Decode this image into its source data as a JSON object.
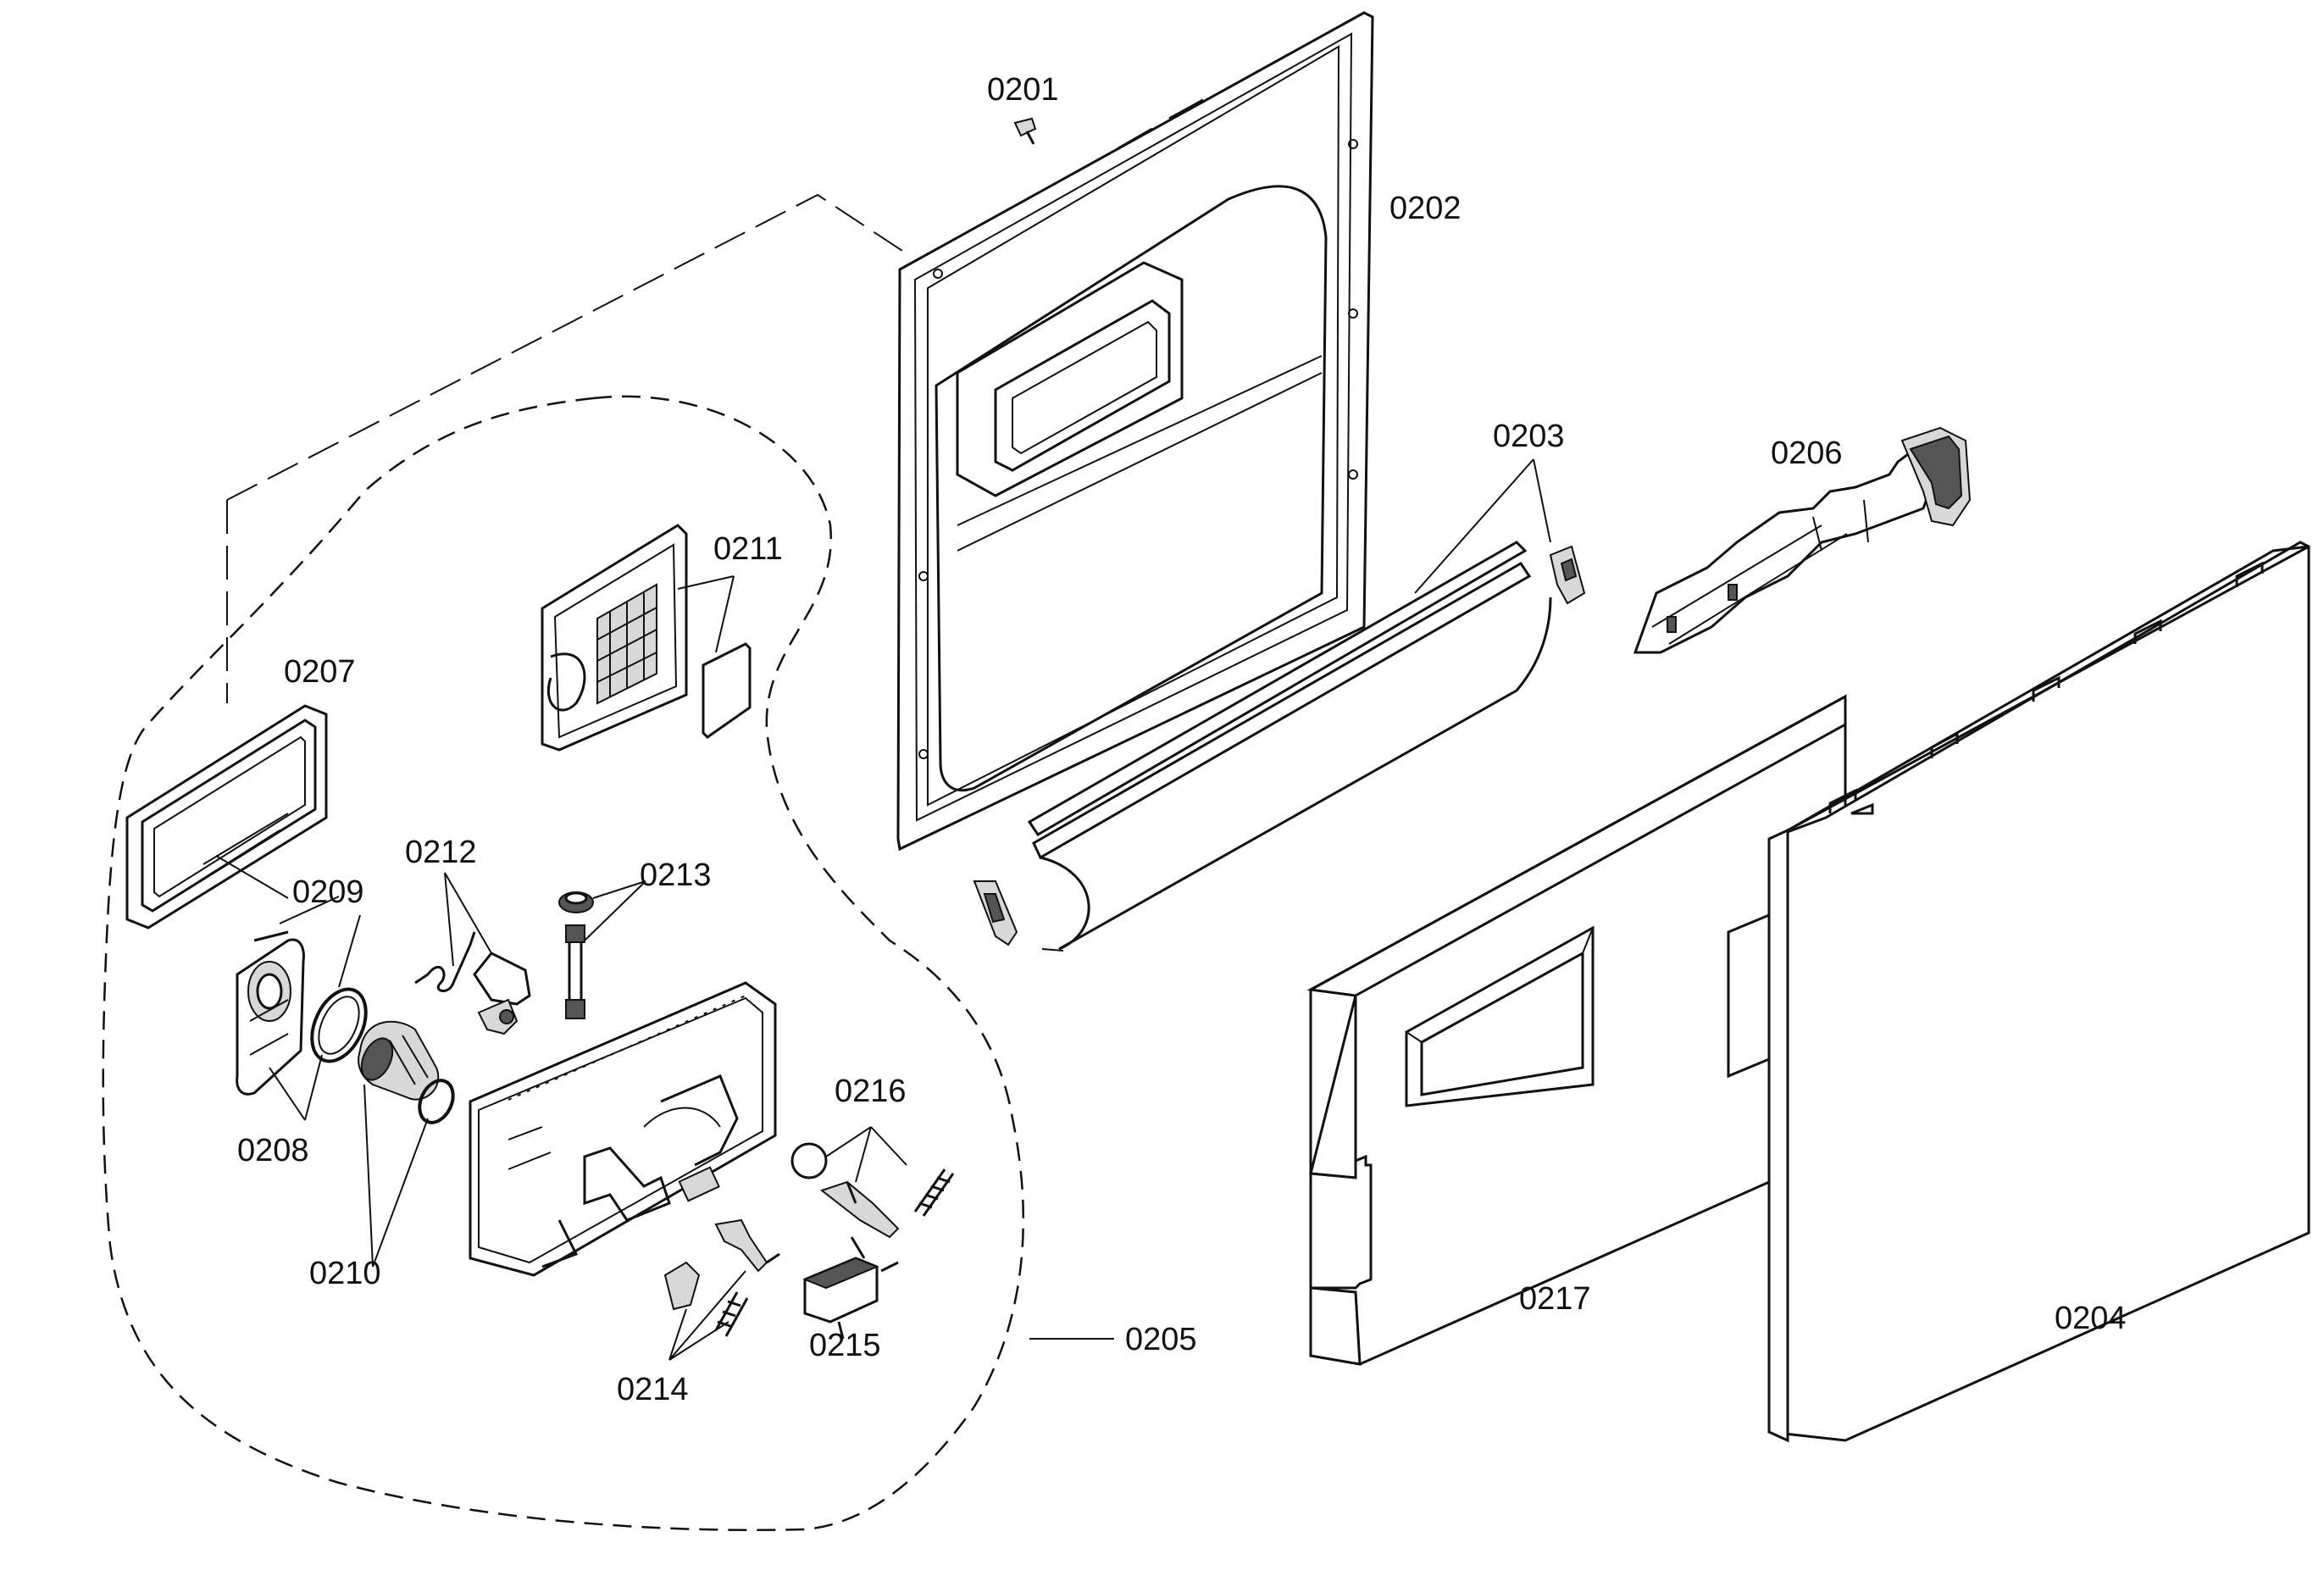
{
  "diagram": {
    "type": "exploded-parts-diagram",
    "part_labels": {
      "p0201": "0201",
      "p0202": "0202",
      "p0203": "0203",
      "p0204": "0204",
      "p0205": "0205",
      "p0206": "0206",
      "p0207": "0207",
      "p0208": "0208",
      "p0209": "0209",
      "p0210": "0210",
      "p0211": "0211",
      "p0212": "0212",
      "p0213": "0213",
      "p0214": "0214",
      "p0215": "0215",
      "p0216": "0216",
      "p0217": "0217"
    }
  }
}
